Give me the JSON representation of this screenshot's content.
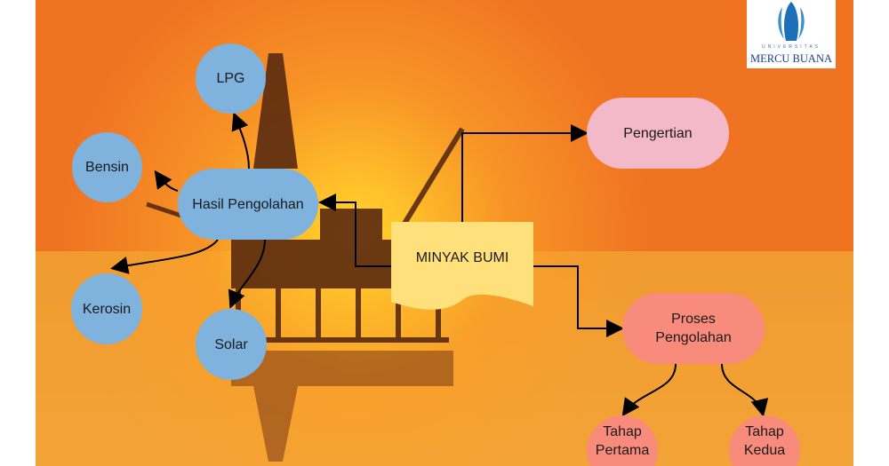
{
  "logo": {
    "top_text": "UNIVERSITAS",
    "name": "MERCU BUANA"
  },
  "center": {
    "label": "MINYAK BUMI"
  },
  "nodes": {
    "lpg": "LPG",
    "bensin": "Bensin",
    "hasil": "Hasil Pengolahan",
    "kerosin": "Kerosin",
    "solar": "Solar",
    "pengertian": "Pengertian",
    "proses": "Proses Pengolahan",
    "tahap1": "Tahap Pertama",
    "tahap2": "Tahap Kedua"
  },
  "colors": {
    "blue": "#7fb2dc",
    "pink": "#f4b9c9",
    "salmon": "#f88b7b",
    "yellow": "#ffe07a"
  }
}
